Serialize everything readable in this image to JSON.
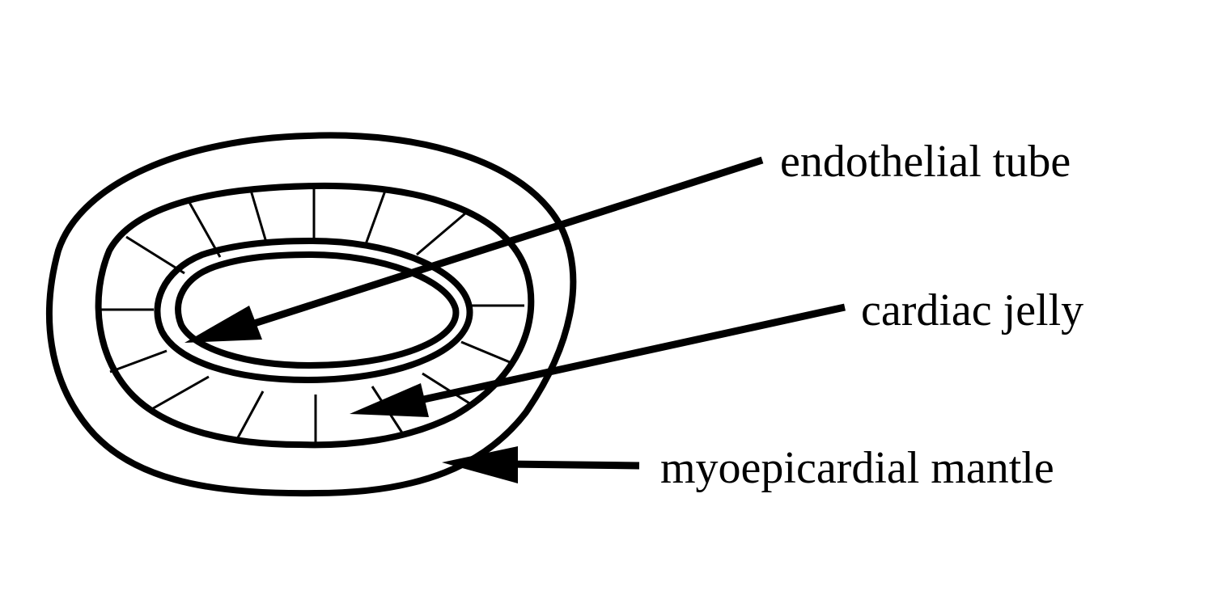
{
  "labels": {
    "endothelial_tube": "endothelial tube",
    "cardiac_jelly": "cardiac jelly",
    "myoepicardial_mantle": "myoepicardial mantle"
  },
  "colors": {
    "background": "#ffffff",
    "ink": "#000000"
  }
}
